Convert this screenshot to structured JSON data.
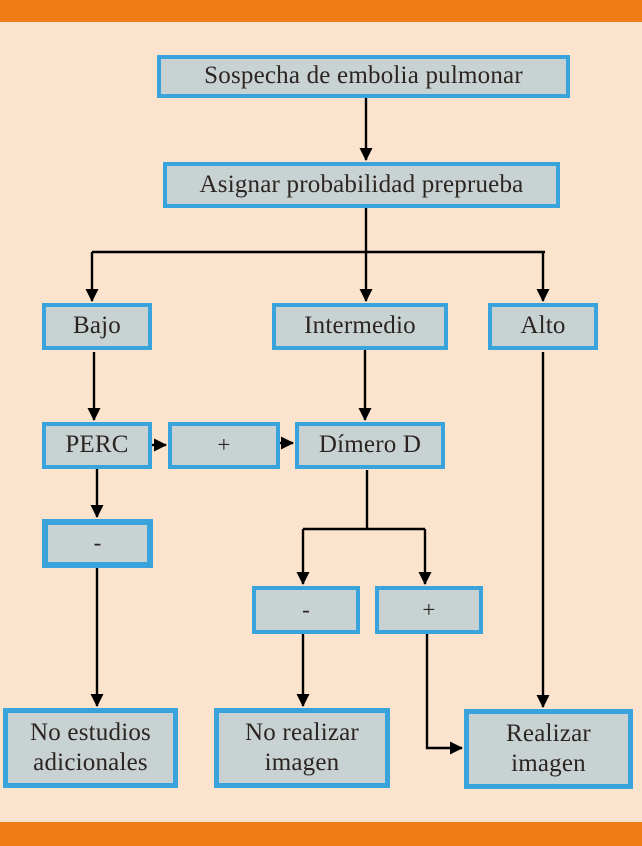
{
  "diagram": {
    "type": "flowchart",
    "language": "es",
    "colors": {
      "frame_orange": "#f07d16",
      "background_peach": "#fce3ce",
      "node_fill": "#c9d2d2",
      "node_border_blue": "#39a3db",
      "arrow_black": "#000000",
      "text": "#2b2522"
    },
    "nodes": {
      "sospecha": {
        "label": "Sospecha de embolia pulmonar"
      },
      "asignar": {
        "label": "Asignar probabilidad preprueba"
      },
      "bajo": {
        "label": "Bajo"
      },
      "intermedio": {
        "label": "Intermedio"
      },
      "alto": {
        "label": "Alto"
      },
      "perc": {
        "label": "PERC"
      },
      "perc_pos": {
        "label": "+"
      },
      "dimero": {
        "label": "Dímero D"
      },
      "perc_neg": {
        "label": "-"
      },
      "dimero_neg": {
        "label": "-"
      },
      "dimero_pos": {
        "label": "+"
      },
      "no_estudios": {
        "label": "No estudios adicionales"
      },
      "no_imagen": {
        "label": "No realizar imagen"
      },
      "imagen": {
        "label": "Realizar imagen"
      }
    },
    "edges": [
      "sospecha -> asignar",
      "asignar -> bajo",
      "asignar -> intermedio",
      "asignar -> alto",
      "bajo -> perc",
      "perc -> perc_pos",
      "perc_pos -> dimero",
      "intermedio -> dimero",
      "perc -> perc_neg",
      "perc_neg -> no_estudios",
      "dimero -> dimero_neg",
      "dimero -> dimero_pos",
      "dimero_neg -> no_imagen",
      "dimero_pos -> imagen",
      "alto -> imagen"
    ]
  }
}
